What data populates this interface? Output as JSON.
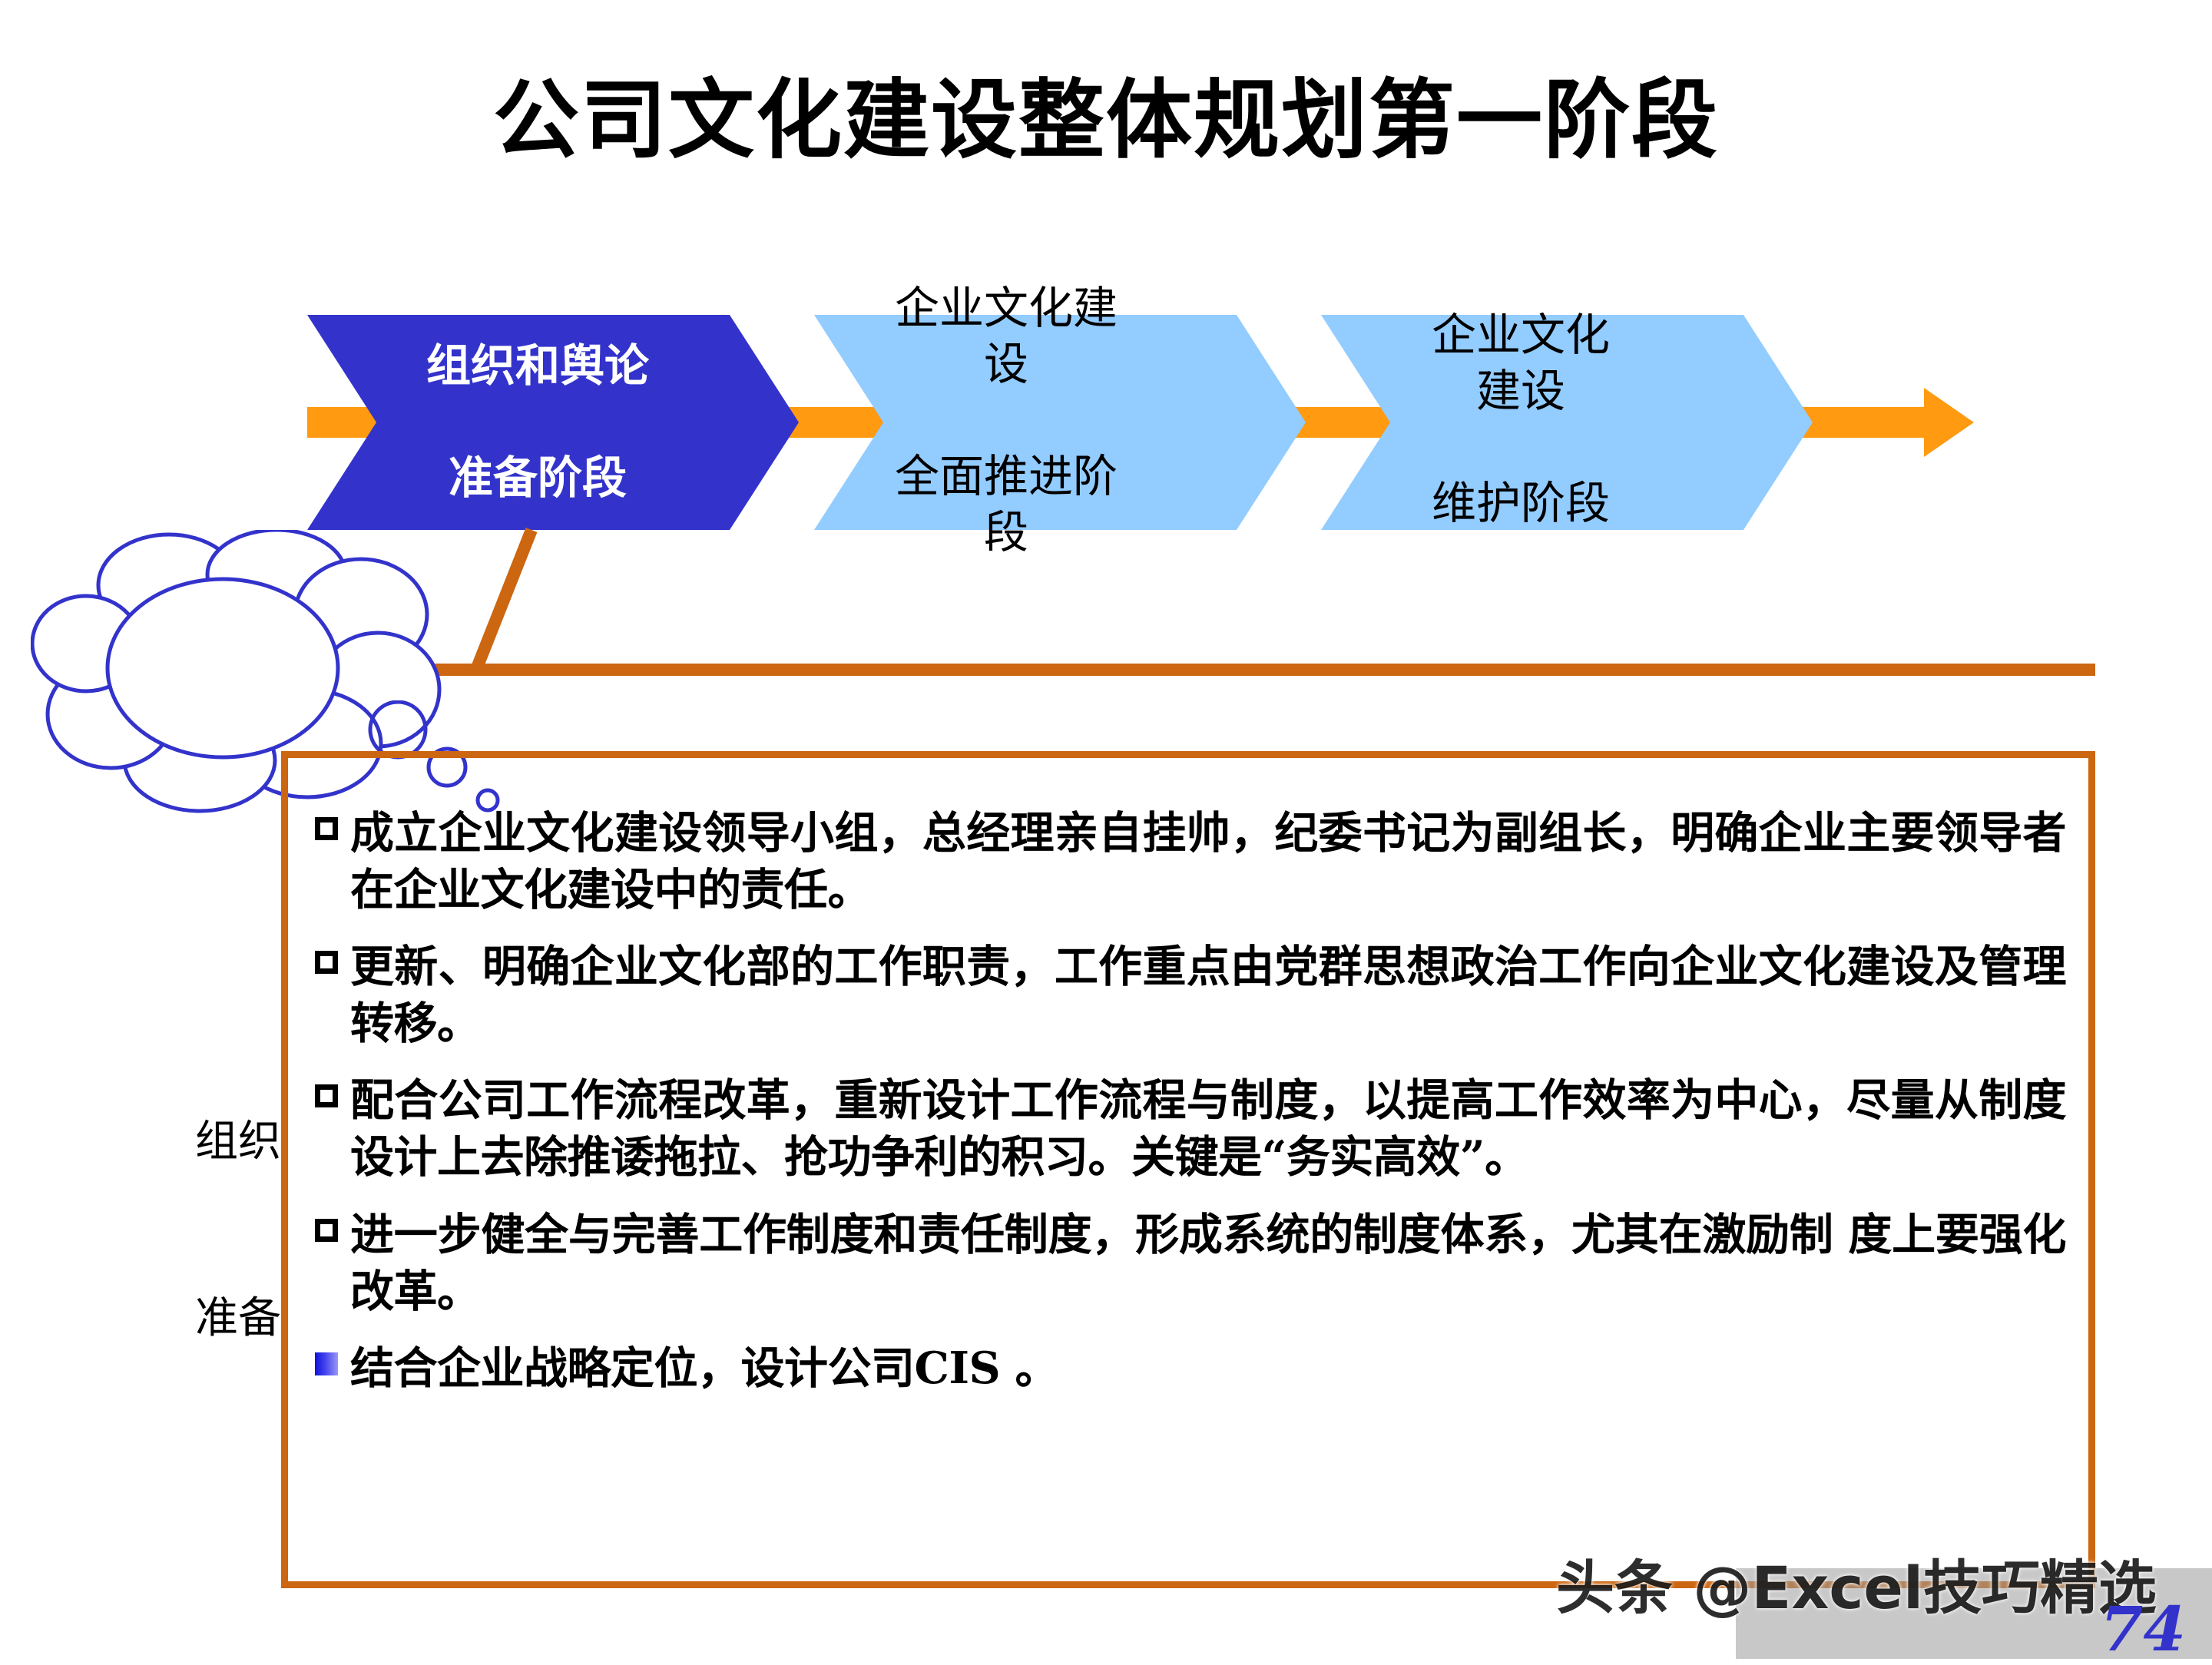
{
  "title": "公司文化建设整体规划第一阶段",
  "colors": {
    "stage_active": "#3333CC",
    "stage_inactive": "#93CCFF",
    "arrow": "#FF9A11",
    "box_border": "#CC6611",
    "rule": "#CC6611",
    "cloud_stroke": "#3333CC",
    "page_number": "#3333CC"
  },
  "process_flow": {
    "stages": [
      {
        "label": "组织和舆论\n\n准备阶段",
        "state": "active"
      },
      {
        "label": "企业文化建\n设\n\n全面推进阶\n段",
        "state": "inactive"
      },
      {
        "label": "企业文化\n建设\n\n维护阶段",
        "state": "inactive"
      }
    ]
  },
  "callout": {
    "label": "组织\n\n准备"
  },
  "content": {
    "bullets": [
      {
        "marker": "hollow-square",
        "text": "成立企业文化建设领导小组，总经理亲自挂帅，纪委书记为副组长，明确企业主要领导者在企业文化建设中的责任。"
      },
      {
        "marker": "hollow-square",
        "text": "更新、明确企业文化部的工作职责，工作重点由党群思想政治工作向企业文化建设及管理转移。"
      },
      {
        "marker": "hollow-square",
        "text": "配合公司工作流程改革，重新设计工作流程与制度，以提高工作效率为中心，尽量从制度设计上去除推诿拖拉、抢功争利的积习。关键是“务实高效”。"
      },
      {
        "marker": "hollow-square",
        "text": "进一步健全与完善工作制度和责任制度，形成系统的制度体系，尤其在激励制 度上要强化改革。"
      },
      {
        "marker": "blue-square",
        "text": "结合企业战略定位，设计公司CIS 。"
      }
    ]
  },
  "footer": {
    "watermark": "头条 @Excel技巧精选",
    "page_number": "74"
  }
}
